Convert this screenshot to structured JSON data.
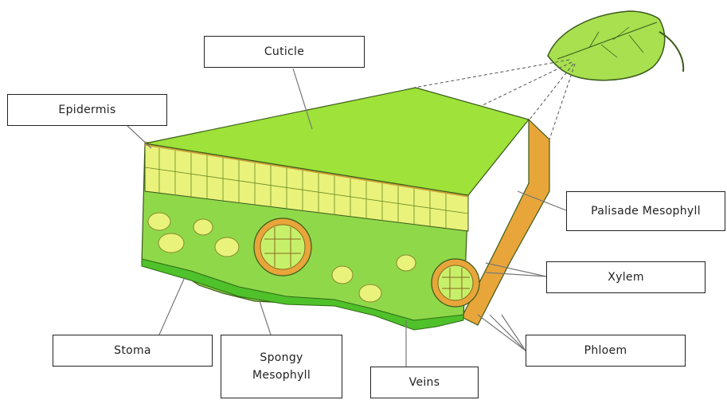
{
  "labels": {
    "cuticle": "Cuticle",
    "epidermis": "Epidermis",
    "palisade": "Palisade Mesophyll",
    "xylem": "Xylem",
    "phloem": "Phloem",
    "stoma": "Stoma",
    "spongy_line1": "Spongy",
    "spongy_line2": "Mesophyll",
    "veins": "Veins"
  },
  "colors": {
    "leaf_top": "#9ee23a",
    "leaf_light": "#c7f06a",
    "palisade_cells": "#e9f27a",
    "spongy_cells": "#8fd84a",
    "lower_epidermis": "#4fc12a",
    "vein_orange": "#e8a53a",
    "outline": "#3a5a1a",
    "leaf_icon": "#a8e050"
  }
}
